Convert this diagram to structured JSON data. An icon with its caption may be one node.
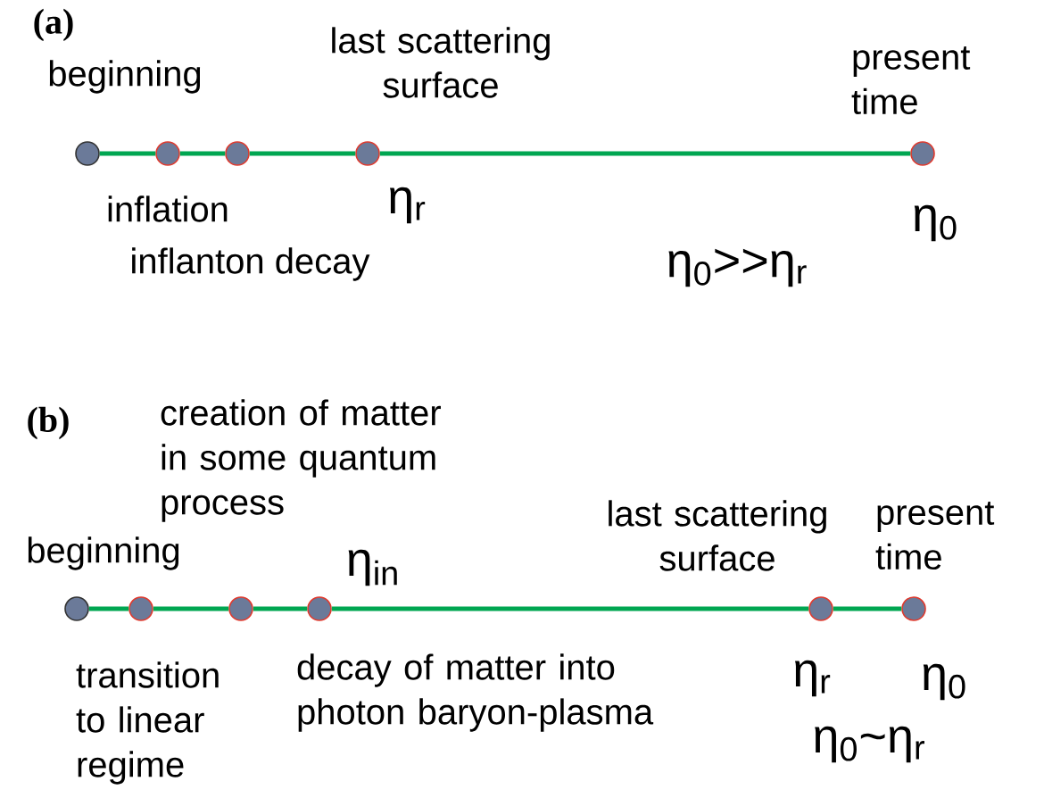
{
  "diagram": {
    "nodes": [
      {
        "text": [],
        "shape": "circle",
        "beside": [
          "beginning"
        ]
      },
      {
        "text": [],
        "shape": "circle",
        "beside": [
          "inflation"
        ]
      },
      {
        "text": [],
        "shape": "circle",
        "beside": [
          "inflanton decay"
        ]
      },
      {
        "text": [],
        "shape": "circle",
        "beside": [
          "last scattering surface",
          "η$_{r}$"
        ]
      },
      {
        "text": [],
        "shape": "circle",
        "beside": [
          "present time",
          "η$_{0}$"
        ]
      },
      {
        "text": [],
        "shape": "circle",
        "beside": [
          "beginning"
        ]
      },
      {
        "text": [],
        "shape": "circle",
        "beside": [
          "transition to linear regime"
        ]
      },
      {
        "text": [],
        "shape": "circle",
        "beside": [
          "creation of matter in some quantum process"
        ]
      },
      {
        "text": [],
        "shape": "circle",
        "beside": [
          "η$_{in}$",
          "decay of matter into photon baryon-plasma"
        ]
      },
      {
        "text": [],
        "shape": "circle",
        "beside": [
          "last scattering surface",
          "η$_{r}$"
        ]
      },
      {
        "text": [],
        "shape": "circle",
        "beside": [
          "present time",
          "η$_{0}$"
        ]
      }
    ],
    "edges": [
      {
        "from": 0,
        "to": 1,
        "arrow": "none"
      },
      {
        "from": 1,
        "to": 2,
        "arrow": "none"
      },
      {
        "from": 2,
        "to": 3,
        "arrow": "none"
      },
      {
        "from": 3,
        "to": 4,
        "arrow": "none"
      },
      {
        "from": 5,
        "to": 6,
        "arrow": "none"
      },
      {
        "from": 6,
        "to": 7,
        "arrow": "none"
      },
      {
        "from": 7,
        "to": 8,
        "arrow": "none"
      },
      {
        "from": 8,
        "to": 9,
        "arrow": "none"
      },
      {
        "from": 9,
        "to": 10,
        "arrow": "none"
      }
    ],
    "labels": [
      "(a)",
      "η$_{0}$>>η$_{r}$",
      "(b)",
      "η$_{0}$~η$_{r}$"
    ]
  }
}
